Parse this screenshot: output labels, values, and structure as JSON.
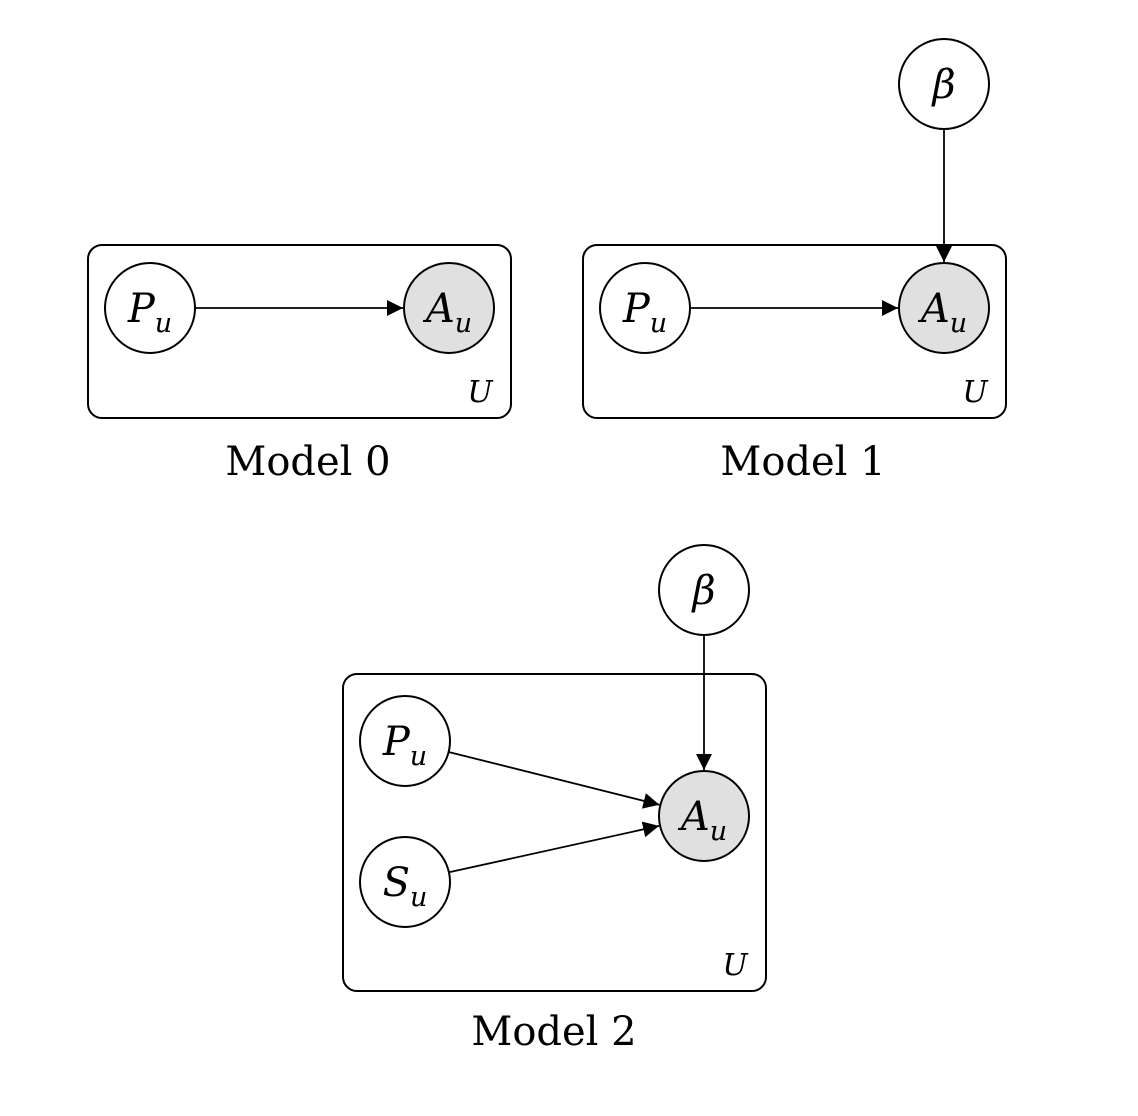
{
  "models": [
    {
      "caption": "Model 0",
      "plate_label": "U",
      "nodes": {
        "P": {
          "letter": "P",
          "sub": "u",
          "observed": false
        },
        "A": {
          "letter": "A",
          "sub": "u",
          "observed": true
        }
      },
      "edges": [
        [
          "P",
          "A"
        ]
      ]
    },
    {
      "caption": "Model 1",
      "plate_label": "U",
      "nodes": {
        "beta": {
          "letter": "β",
          "sub": "",
          "observed": false
        },
        "P": {
          "letter": "P",
          "sub": "u",
          "observed": false
        },
        "A": {
          "letter": "A",
          "sub": "u",
          "observed": true
        }
      },
      "edges": [
        [
          "P",
          "A"
        ],
        [
          "beta",
          "A"
        ]
      ]
    },
    {
      "caption": "Model 2",
      "plate_label": "U",
      "nodes": {
        "beta": {
          "letter": "β",
          "sub": "",
          "observed": false
        },
        "P": {
          "letter": "P",
          "sub": "u",
          "observed": false
        },
        "S": {
          "letter": "S",
          "sub": "u",
          "observed": false
        },
        "A": {
          "letter": "A",
          "sub": "u",
          "observed": true
        }
      },
      "edges": [
        [
          "P",
          "A"
        ],
        [
          "S",
          "A"
        ],
        [
          "beta",
          "A"
        ]
      ]
    }
  ]
}
